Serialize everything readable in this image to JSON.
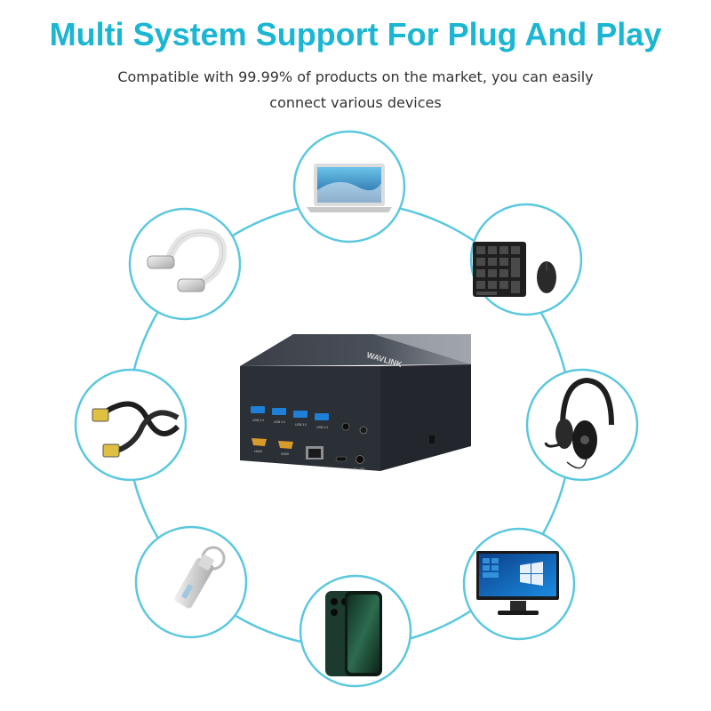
{
  "header": {
    "title": "Multi System Support For Plug And Play",
    "subtitle_line1": "Compatible with 99.99% of products on the market, you can easily",
    "subtitle_line2": "connect various devices"
  },
  "colors": {
    "accent": "#1ab6d2",
    "ring": "#5bc8dd",
    "hub_body": "#2b2f36",
    "usb_blue": "#1e7fd6"
  },
  "hub": {
    "brand": "WAVLINK",
    "port_labels": [
      "USB 3.0",
      "USB 3.0",
      "USB 3.0",
      "USB 3.0",
      "HDMI",
      "HDMI",
      "DC 20V"
    ]
  },
  "devices": [
    {
      "name": "laptop",
      "icon": "laptop-icon"
    },
    {
      "name": "keyboard and mouse",
      "icon": "keyboard-mouse-icon"
    },
    {
      "name": "headset",
      "icon": "headset-icon"
    },
    {
      "name": "monitor",
      "icon": "monitor-icon"
    },
    {
      "name": "smartphone",
      "icon": "smartphone-icon"
    },
    {
      "name": "usb flash drive",
      "icon": "usb-drive-icon"
    },
    {
      "name": "ethernet cable",
      "icon": "ethernet-cable-icon"
    },
    {
      "name": "usb-c cable",
      "icon": "usb-c-cable-icon"
    }
  ]
}
